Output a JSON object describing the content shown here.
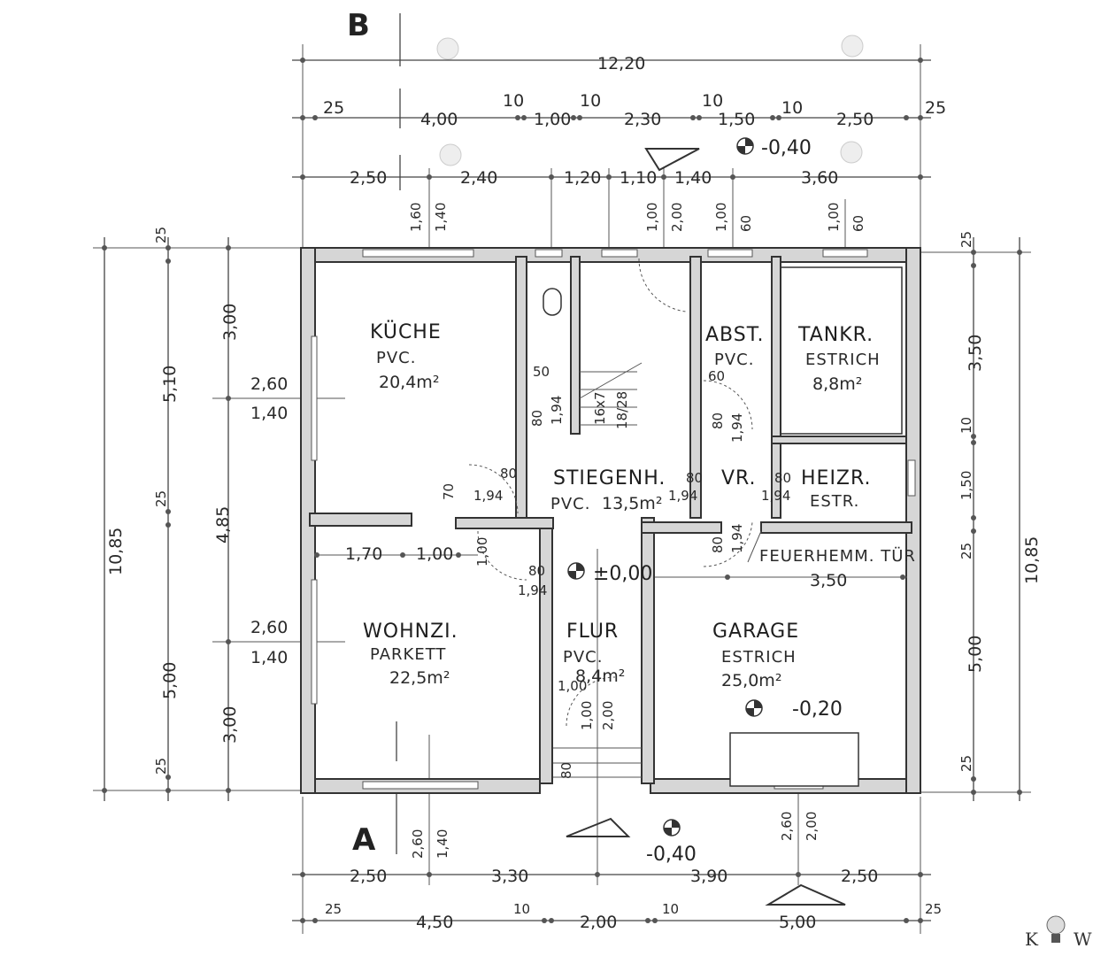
{
  "sections": {
    "B": "B",
    "A": "A"
  },
  "levels": {
    "entrance": "-0,40",
    "floor": "±0,00",
    "garage": "-0,20",
    "front": "-0,40"
  },
  "rooms": {
    "kueche": {
      "name": "KÜCHE",
      "floor": "PVC.",
      "area": "20,4m²"
    },
    "wohnzi": {
      "name": "WOHNZI.",
      "floor": "PARKETT",
      "area": "22,5m²"
    },
    "stiegenh": {
      "name": "STIEGENH.",
      "floor": "PVC.",
      "area": "13,5m²"
    },
    "flur": {
      "name": "FLUR",
      "floor": "PVC.",
      "area": "8,4m²"
    },
    "abst": {
      "name": "ABST.",
      "floor": "PVC."
    },
    "tankr": {
      "name": "TANKR.",
      "floor": "ESTRICH",
      "area": "8,8m²"
    },
    "vr": {
      "name": "VR."
    },
    "heizr": {
      "name": "HEIZR.",
      "floor": "ESTR."
    },
    "garage": {
      "name": "GARAGE",
      "floor": "ESTRICH",
      "area": "25,0m²"
    }
  },
  "notes": {
    "feuerhemm": "FEUERHEMM. TÜR"
  },
  "dims": {
    "top_total": "12,20",
    "top_row2": [
      "25",
      "4,00",
      "10",
      "1,00",
      "10",
      "2,30",
      "10",
      "1,50",
      "10",
      "2,50",
      "25"
    ],
    "top_row3": [
      "2,50",
      "2,40",
      "1,20",
      "1,10",
      "1,40",
      "3,60"
    ],
    "bottom_row1": [
      "2,50",
      "3,30",
      "3,90",
      "2,50"
    ],
    "bottom_row2": [
      "25",
      "4,50",
      "10",
      "2,00",
      "10",
      "5,00",
      "25"
    ],
    "left_total": "10,85",
    "right_total": "10,85",
    "left_row": [
      "25",
      "5,10",
      "25",
      "4,85",
      "25",
      "5,00"
    ],
    "left_inner": [
      "3,00",
      "3,00"
    ],
    "right_row": [
      "25",
      "3,50",
      "10",
      "1,50",
      "25",
      "5,00",
      "25"
    ],
    "window_kueche": [
      "2,60",
      "1,40"
    ],
    "window_wohnzi": [
      "2,60",
      "1,40"
    ],
    "window_top1": [
      "1,60",
      "1,40"
    ],
    "window_top2": [
      "1,00",
      "2,00"
    ],
    "window_top3": [
      "1,00",
      "60"
    ],
    "window_top4": [
      "1,00",
      "60"
    ],
    "window_bottom1": [
      "2,60",
      "1,40"
    ],
    "window_bottom2": [
      "2,60",
      "2,00"
    ],
    "wohnzi_inner": [
      "1,70",
      "1,00",
      "1,00"
    ],
    "garage_inner": "3,50",
    "door_labels": [
      "80",
      "1,94",
      "60",
      "80",
      "1,94",
      "80",
      "1,94",
      "80",
      "1,94",
      "80",
      "1,94",
      "1,00",
      "80",
      "1,94",
      "80",
      "1,94",
      "1,00",
      "2,00",
      "1,00",
      "50",
      "80",
      "1,94",
      "16x7",
      "18/28",
      "70"
    ]
  },
  "logo": {
    "left": "K",
    "right": "W"
  }
}
